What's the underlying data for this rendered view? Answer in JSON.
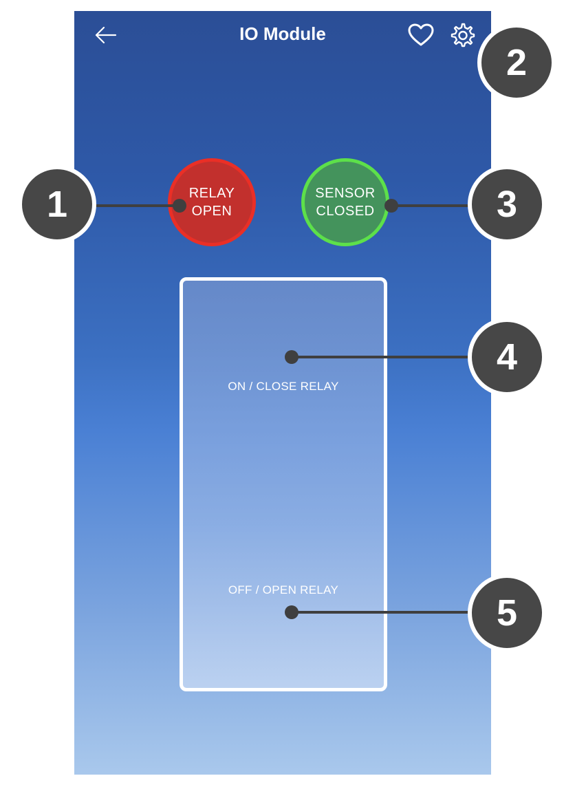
{
  "header": {
    "title": "IO Module",
    "back_icon": "arrow-left-icon",
    "favorite_icon": "heart-icon",
    "settings_icon": "gear-icon"
  },
  "status": {
    "relay": {
      "line1": "RELAY",
      "line2": "OPEN",
      "color": "#c2302d",
      "ring": "#ea2f26"
    },
    "sensor": {
      "line1": "SENSOR",
      "line2": "CLOSED",
      "color": "#44935c",
      "ring": "#5de04a"
    }
  },
  "switch": {
    "on_label": "ON / CLOSE RELAY",
    "off_label": "OFF / OPEN RELAY"
  },
  "markers": [
    "1",
    "2",
    "3",
    "4",
    "5"
  ],
  "colors": {
    "gradient_top": "#2b4e96",
    "gradient_bottom": "#a9c8ec",
    "marker": "#474747"
  }
}
